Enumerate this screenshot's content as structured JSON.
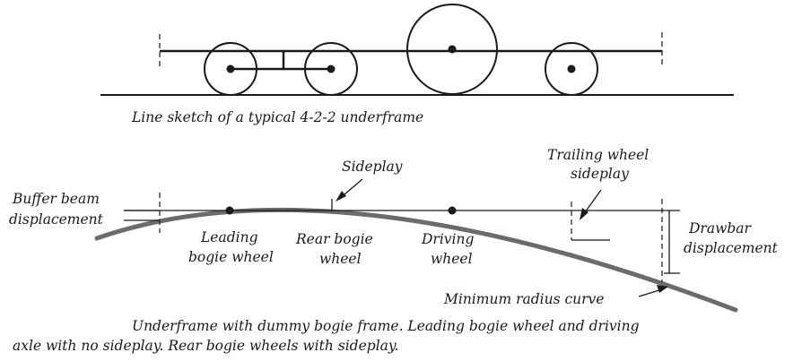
{
  "top_sketch": {
    "caption": "Line sketch of a typical 4-2-2 underframe"
  },
  "curve_diagram": {
    "labels": {
      "buffer_beam_line1": "Buffer beam",
      "buffer_beam_line2": "displacement",
      "sideplay": "Sideplay",
      "trailing_line1": "Trailing wheel",
      "trailing_line2": "sideplay",
      "leading_line1": "Leading",
      "leading_line2": "bogie wheel",
      "rear_line1": "Rear bogie",
      "rear_line2": "wheel",
      "driving_line1": "Driving",
      "driving_line2": "wheel",
      "drawbar_line1": "Drawbar",
      "drawbar_line2": "displacement",
      "min_radius": "Minimum radius curve"
    },
    "caption_line1": "Underframe with dummy bogie frame. Leading bogie wheel and driving",
    "caption_line2": "axle with no sideplay. Rear bogie wheels with sideplay."
  },
  "colors": {
    "ink": "#1a1a1a",
    "curve": "#6b6b6b"
  }
}
